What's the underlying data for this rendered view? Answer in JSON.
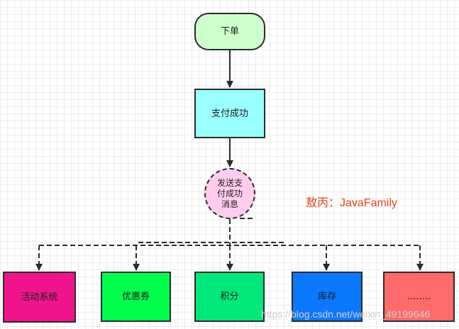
{
  "nodes": {
    "start": "下单",
    "pay_success": "支付成功",
    "send_message": [
      "发送支",
      "付成功",
      "消息"
    ],
    "consumers": [
      "活动系统",
      "优惠券",
      "积分",
      "库存",
      "........"
    ]
  },
  "annotation": "敖丙：JavaFamily",
  "watermark": "https://blog.csdn.net/weixin_49199646",
  "colors": {
    "start_fill": "#ccffcc",
    "pay_fill": "#99ffff",
    "message_fill": "#ffccee",
    "activity_fill": "#f0148c",
    "coupon_fill": "#00ff4d",
    "points_fill": "#00e87a",
    "inventory_fill": "#0a78ff",
    "more_fill": "#ff6a6a",
    "annotation_text": "#e8401b"
  }
}
